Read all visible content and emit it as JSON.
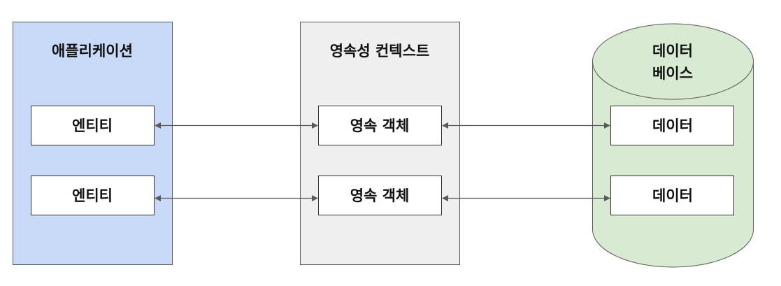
{
  "application": {
    "title": "애플리케이션",
    "entities": [
      "엔티티",
      "엔티티"
    ]
  },
  "persistence_context": {
    "title": "영속성 컨텍스트",
    "objects": [
      "영속 객체",
      "영속 객체"
    ]
  },
  "database": {
    "title_line1": "데이터",
    "title_line2": "베이스",
    "records": [
      "데이터",
      "데이터"
    ]
  },
  "colors": {
    "application_fill": "#c9daf8",
    "persistence_fill": "#efefef",
    "database_fill": "#d9ead3",
    "border": "#595959",
    "arrow": "#595959"
  }
}
